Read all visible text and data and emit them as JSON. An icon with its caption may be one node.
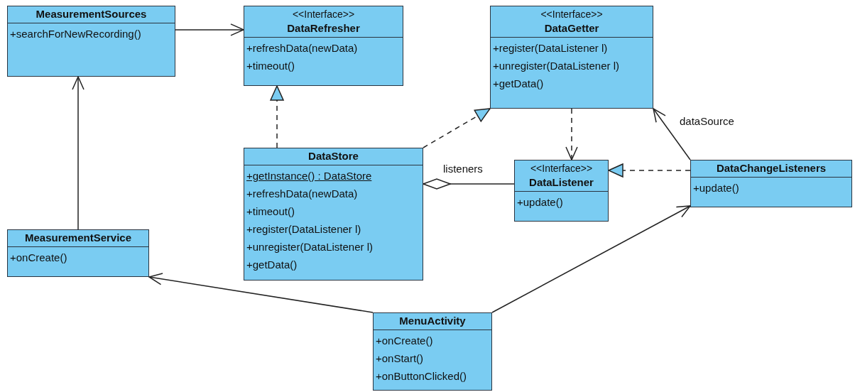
{
  "diagram": {
    "nodes": [
      {
        "text": [
          "MeasurementSources",
          "+searchForNewRecording()"
        ]
      },
      {
        "text": [
          "<<Interface>>",
          "DataRefresher",
          "+refreshData(newData)",
          "+timeout()"
        ]
      },
      {
        "text": [
          "<<Interface>>",
          "DataGetter",
          "+register(DataListener l)",
          "+unregister(DataListener l)",
          "+getData()"
        ]
      },
      {
        "text": [
          "DataStore",
          "+getInstance() : DataStore",
          "+refreshData(newData)",
          "+timeout()",
          "+register(DataListener l)",
          "+unregister(DataListener l)",
          "+getData()"
        ]
      },
      {
        "text": [
          "<<Interface>>",
          "DataListener",
          "+update()"
        ]
      },
      {
        "text": [
          "DataChangeListeners",
          "+update()"
        ]
      },
      {
        "text": [
          "MeasurementService",
          "+onCreate()"
        ]
      },
      {
        "text": [
          "MenuActivity",
          "+onCreate()",
          "+onStart()",
          "+onButtonClicked()"
        ]
      }
    ],
    "edges": [
      {
        "from": 0,
        "to": 1,
        "arrow": "to"
      },
      {
        "from": 3,
        "to": 1,
        "arrow": "to",
        "style": "dashed"
      },
      {
        "from": 3,
        "to": 2,
        "arrow": "to",
        "style": "dashed"
      },
      {
        "from": 2,
        "to": 4,
        "arrow": "to",
        "style": "dashed"
      },
      {
        "from": 5,
        "to": 4,
        "arrow": "to",
        "style": "dashed"
      },
      {
        "from": 5,
        "to": 2,
        "arrow": "to",
        "label": "dataSource"
      },
      {
        "from": 3,
        "to": 4,
        "arrow": "other",
        "label": "listeners"
      },
      {
        "from": 6,
        "to": 0,
        "arrow": "to"
      },
      {
        "from": 7,
        "to": 6,
        "arrow": "to"
      },
      {
        "from": 7,
        "to": 5,
        "arrow": "to"
      }
    ]
  }
}
